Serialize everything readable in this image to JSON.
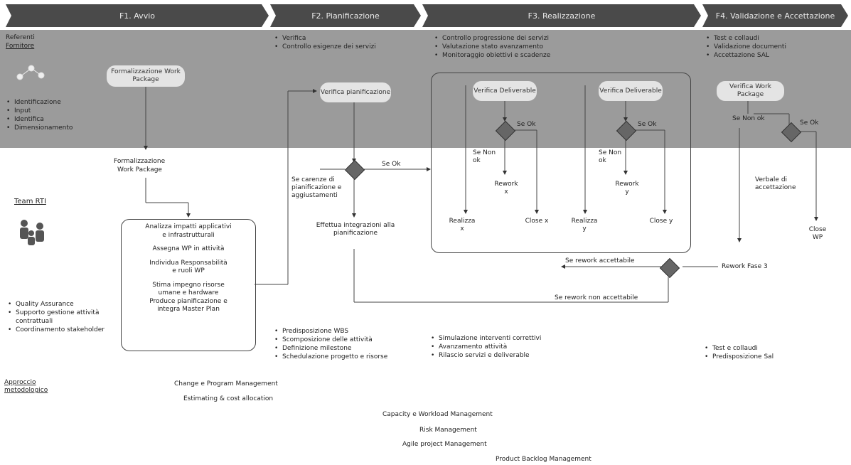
{
  "phases": [
    {
      "label": "F1. Avvio"
    },
    {
      "label": "F2. Pianificazione"
    },
    {
      "label": "F3. Realizzazione"
    },
    {
      "label": "F4. Validazione e Accettazione"
    }
  ],
  "f1": {
    "top_item": "Referenti",
    "top_link": "Fornitore",
    "notes": [
      "Identificazione",
      "Input",
      "Identifica",
      "Dimensionamento"
    ],
    "pill_wp": "Formalizzazione Work Package",
    "formalize": "Formalizzazione",
    "formalize2": "Work Package",
    "team": "Team RTI",
    "box_lines": [
      "Analizza impatti applicativi",
      "e infrastrutturali",
      "Assegna WP in attività",
      "Individua Responsabilità",
      "e ruoli WP",
      "Stima impegno risorse",
      "umane e hardware",
      "Produce pianificazione e",
      "integra Master Plan"
    ],
    "bullets": [
      "Quality Assurance",
      "Supporto gestione attività contrattuali",
      "Coordinamento stakeholder"
    ]
  },
  "f2": {
    "top_bullets": [
      "Verifica",
      "Controllo esigenze dei servizi"
    ],
    "pill": "Verifica pianificazione",
    "yes": "Se Ok",
    "no": "Se carenze di pianificazione e aggiustamenti",
    "integrate": "Effettua integrazioni alla pianificazione",
    "bullets": [
      "Predisposizione WBS",
      "Scomposizione delle attività",
      "Definizione milestone",
      "Schedulazione progetto e risorse"
    ]
  },
  "f3": {
    "top_bullets": [
      "Controllo progressione dei servizi",
      "Valutazione stato avanzamento",
      "Monitoraggio obiettivi e scadenze"
    ],
    "pill_a": "Verifica Deliverable",
    "pill_b": "Verifica Deliverable",
    "ok": "Se Ok",
    "not_ok": "Se Non ok",
    "rework_x": "Rework x",
    "rework_y": "Rework y",
    "realizza_x": "Realizza x",
    "close_x": "Close x",
    "realizza_y": "Realizza y",
    "close_y": "Close y",
    "rework_ok": "Se rework accettabile",
    "rework_not": "Se rework non accettabile",
    "bullets": [
      "Simulazione interventi correttivi",
      "Avanzamento attività",
      "Rilascio servizi e deliverable"
    ]
  },
  "f4": {
    "top_bullets": [
      "Test e collaudi",
      "Validazione documenti",
      "Accettazione SAL"
    ],
    "pill": "Verifica Work Package",
    "not_ok": "Se Non ok",
    "ok": "Se Ok",
    "verbale": "Verbale di accettazione",
    "close_wp": "Close WP",
    "rework": "Rework Fase 3",
    "bullets": [
      "Test e collaudi",
      "Predisposizione Sal"
    ]
  },
  "approach": {
    "label": "Approccio metodologico",
    "items": [
      "Change e Program Management",
      "Estimating & cost allocation",
      "Capacity e Workload Management",
      "Risk Management",
      "Agile project Management",
      "Product Backlog Management"
    ]
  }
}
